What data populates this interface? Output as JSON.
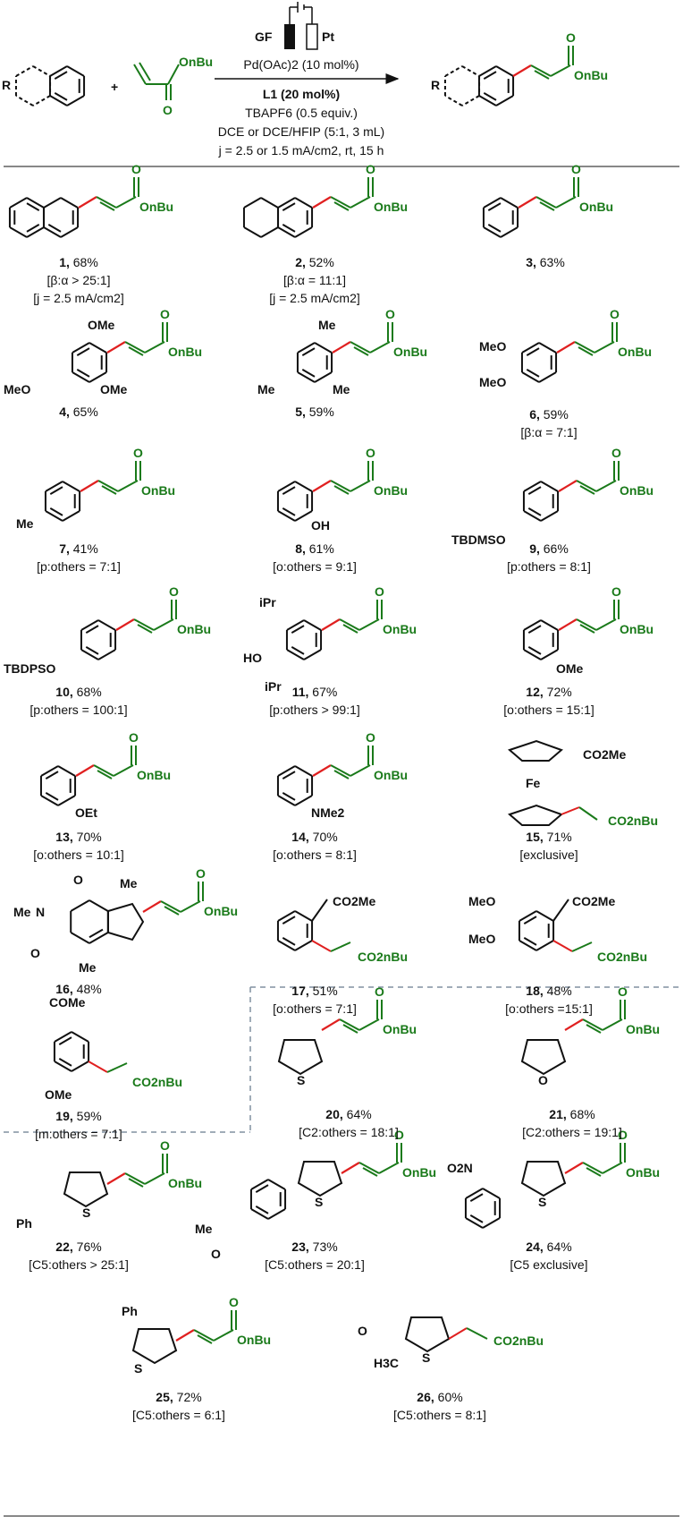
{
  "conditions": {
    "electrode_left": "GF",
    "electrode_right": "Pt",
    "lines": [
      "Pd(OAc)2 (10 mol%)",
      "L1 (20 mol%)",
      "TBAPF6 (0.5 equiv.)",
      "DCE or DCE/HFIP (5:1, 3 mL)",
      "j = 2.5 or 1.5 mA/cm2, rt, 15 h"
    ],
    "plus": "+"
  },
  "atom_labels": {
    "R": "R",
    "OnBu": "OnBu",
    "O": "O",
    "OMe": "OMe",
    "MeO": "MeO",
    "Me": "Me",
    "OH": "OH",
    "TBDMSO": "TBDMSO",
    "TBDPSO": "TBDPSO",
    "iPr": "iPr",
    "HO": "HO",
    "OEt": "OEt",
    "NMe2": "NMe2",
    "CO2Me": "CO2Me",
    "CO2nBu": "CO2nBu",
    "Fe": "Fe",
    "N": "N",
    "COMe": "COMe",
    "S": "S",
    "Ph": "Ph",
    "O2N": "O2N",
    "H3C": "H3C"
  },
  "compounds": [
    {
      "id": "1",
      "yield": "68%",
      "note1": "[β:α > 25:1]",
      "note2": "[j = 2.5 mA/cm2]"
    },
    {
      "id": "2",
      "yield": "52%",
      "note1": "[β:α = 11:1]",
      "note2": "[j = 2.5 mA/cm2]"
    },
    {
      "id": "3",
      "yield": "63%"
    },
    {
      "id": "4",
      "yield": "65%"
    },
    {
      "id": "5",
      "yield": "59%"
    },
    {
      "id": "6",
      "yield": "59%",
      "note1": "[β:α = 7:1]"
    },
    {
      "id": "7",
      "yield": "41%",
      "note1": "[p:others = 7:1]"
    },
    {
      "id": "8",
      "yield": "61%",
      "note1": "[o:others = 9:1]"
    },
    {
      "id": "9",
      "yield": "66%",
      "note1": "[p:others = 8:1]"
    },
    {
      "id": "10",
      "yield": "68%",
      "note1": "[p:others = 100:1]"
    },
    {
      "id": "11",
      "yield": "67%",
      "note1": "[p:others > 99:1]"
    },
    {
      "id": "12",
      "yield": "72%",
      "note1": "[o:others = 15:1]"
    },
    {
      "id": "13",
      "yield": "70%",
      "note1": "[o:others = 10:1]"
    },
    {
      "id": "14",
      "yield": "70%",
      "note1": "[o:others = 8:1]"
    },
    {
      "id": "15",
      "yield": "71%",
      "note1": "[exclusive]"
    },
    {
      "id": "16",
      "yield": "48%"
    },
    {
      "id": "17",
      "yield": "51%",
      "note1": "[o:others = 7:1]"
    },
    {
      "id": "18",
      "yield": "48%",
      "note1": "[o:others =15:1]"
    },
    {
      "id": "19",
      "yield": "59%",
      "note1": "[m:others = 7:1]"
    },
    {
      "id": "20",
      "yield": "64%",
      "note1": "[C2:others = 18:1]"
    },
    {
      "id": "21",
      "yield": "68%",
      "note1": "[C2:others = 19:1]"
    },
    {
      "id": "22",
      "yield": "76%",
      "note1": "[C5:others > 25:1]"
    },
    {
      "id": "23",
      "yield": "73%",
      "note1": "[C5:others = 20:1]"
    },
    {
      "id": "24",
      "yield": "64%",
      "note1": "[C5 exclusive]"
    },
    {
      "id": "25",
      "yield": "72%",
      "note1": "[C5:others = 6:1]"
    },
    {
      "id": "26",
      "yield": "60%",
      "note1": "[C5:others = 8:1]"
    }
  ],
  "colors": {
    "bond": "#111111",
    "new_bond": "#e02020",
    "acrylate": "#1a7a1a"
  }
}
